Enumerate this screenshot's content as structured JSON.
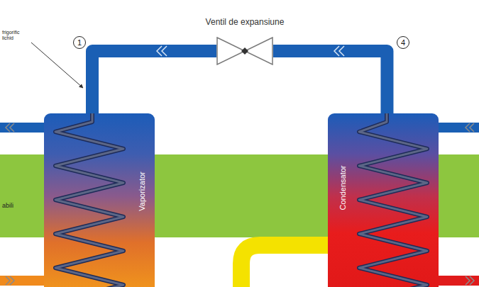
{
  "diagram": {
    "nodes": [
      {
        "text": [
          "Ventil de expansiune"
        ]
      },
      {
        "text": [
          "Vaporizator"
        ]
      },
      {
        "text": [
          "Condensator"
        ]
      }
    ],
    "edges": [
      {
        "from": 2,
        "to": 0,
        "arrow": "none"
      },
      {
        "from": 0,
        "to": 1,
        "arrow": "none"
      }
    ],
    "labels": [
      "1",
      "4",
      "frigorific lichid",
      "abili"
    ]
  }
}
